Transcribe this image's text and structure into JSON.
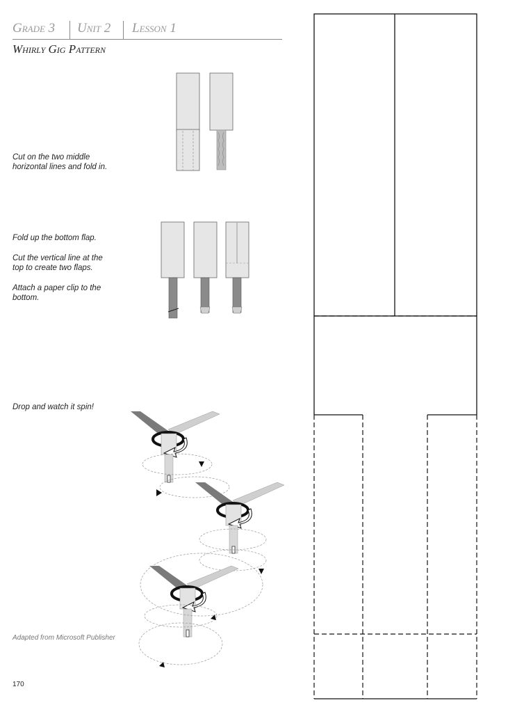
{
  "header": {
    "grade": "Grade 3",
    "unit": "Unit 2",
    "lesson": "Lesson 1"
  },
  "subtitle": "Whirly Gig Pattern",
  "steps": [
    {
      "lines": [
        "Cut on the two middle",
        "horizontal lines and fold in."
      ]
    },
    {
      "lines": [
        "Fold up the bottom flap."
      ]
    },
    {
      "lines": [
        "Cut the vertical line at the",
        "top to create two flaps."
      ]
    },
    {
      "lines": [
        "Attach a paper clip to the",
        "bottom."
      ]
    },
    {
      "lines": [
        "Drop and watch it spin!"
      ]
    }
  ],
  "credit": "Adapted from Microsoft Publisher",
  "page_number": "170"
}
